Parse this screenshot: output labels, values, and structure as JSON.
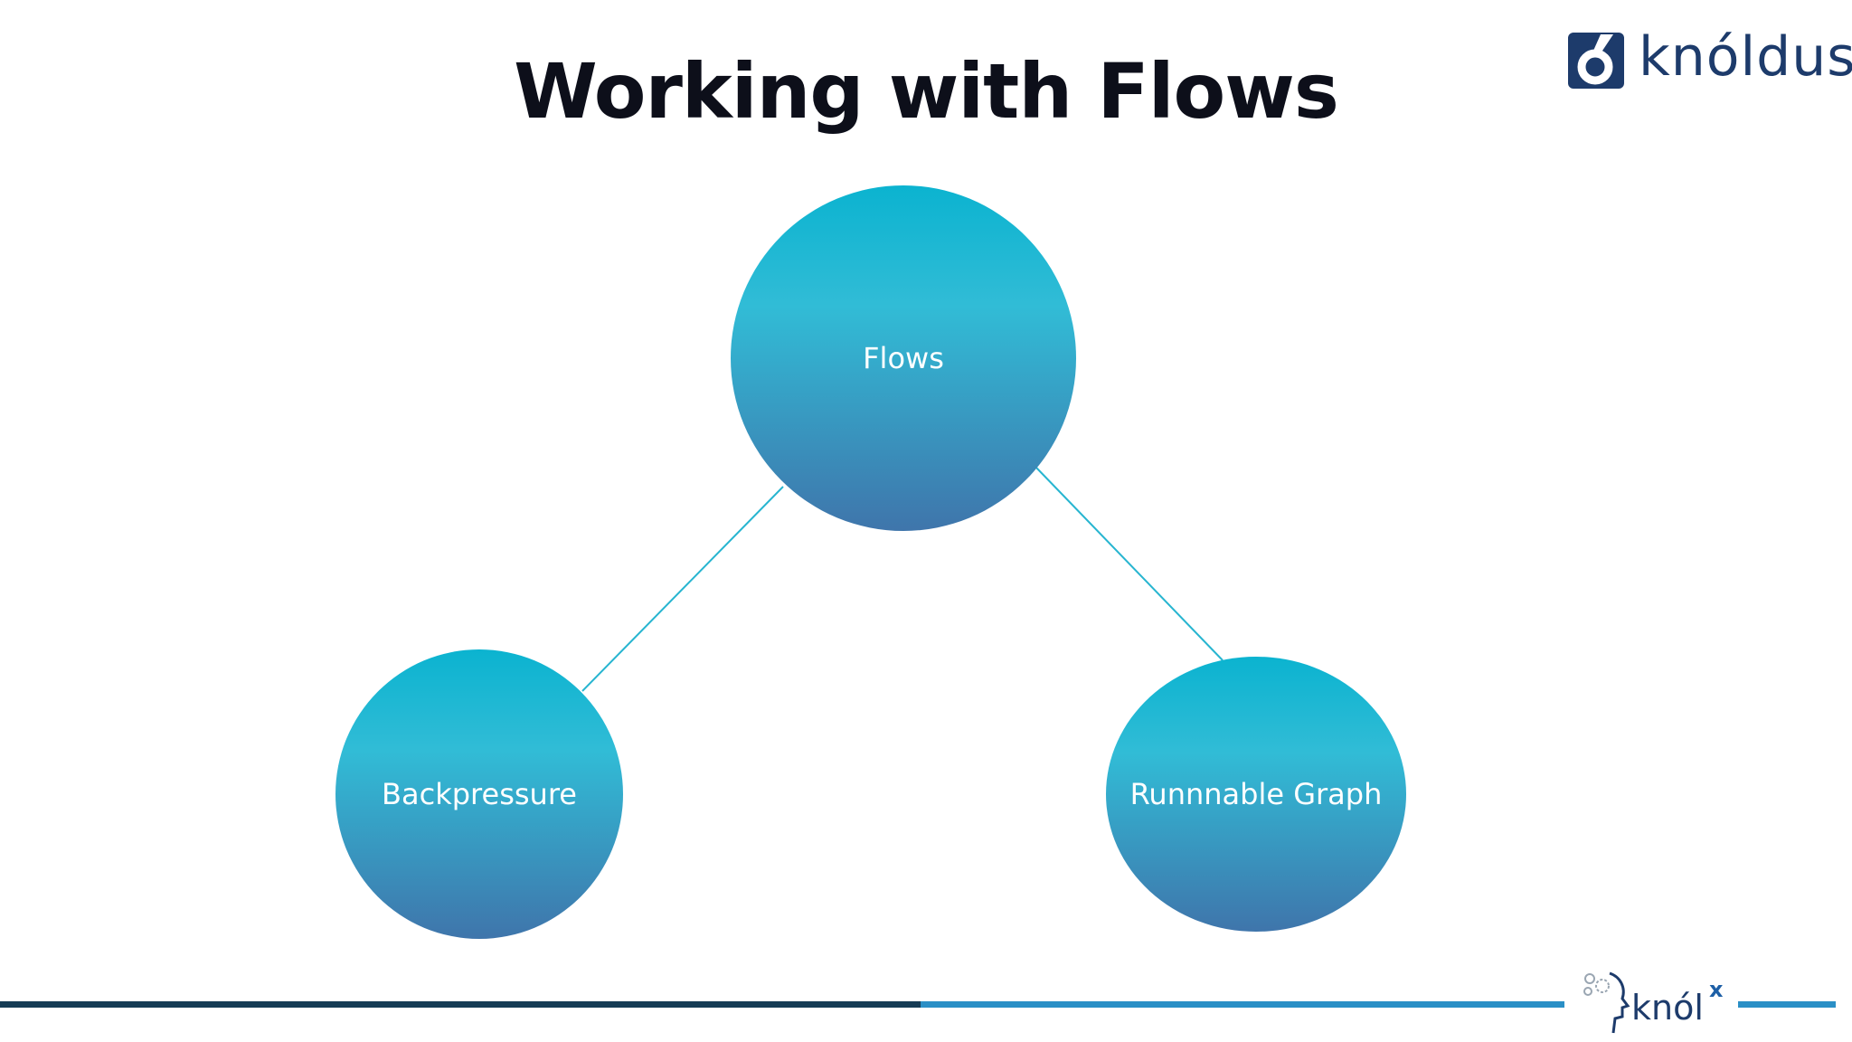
{
  "slide": {
    "title": "Working with Flows"
  },
  "logo": {
    "brand": "knóldus"
  },
  "diagram": {
    "nodes": [
      {
        "id": "flows",
        "label": "Flows"
      },
      {
        "id": "backpressure",
        "label": "Backpressure"
      },
      {
        "id": "runnable-graph",
        "label": "Runnnable Graph"
      }
    ],
    "edges": [
      {
        "from": "flows",
        "to": "backpressure"
      },
      {
        "from": "flows",
        "to": "runnable-graph"
      }
    ],
    "colors": {
      "node_top": "#0bb3d0",
      "node_mid": "#31bcd6",
      "node_bottom": "#3f75ab",
      "edge": "#27b5d0"
    }
  },
  "footer": {
    "knolx_text": "knól",
    "knolx_sup": "x",
    "bar_dark": "#163c55",
    "bar_light": "#2a8fc6"
  }
}
